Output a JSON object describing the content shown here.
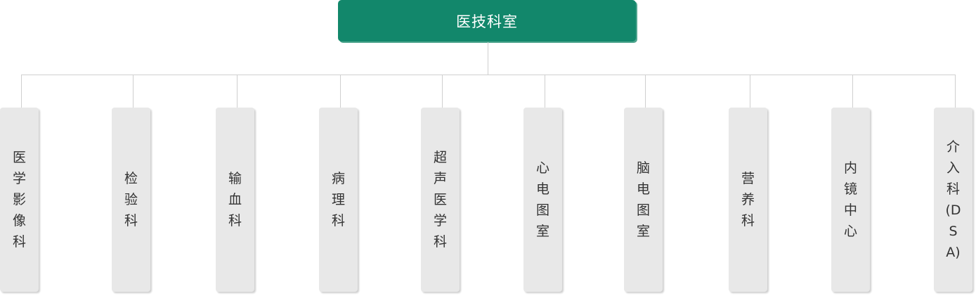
{
  "root": {
    "label": "医技科室",
    "color": "#12876b"
  },
  "departments": [
    {
      "name": "医学影像科",
      "lines": [
        "医",
        "学",
        "影",
        "像",
        "科"
      ]
    },
    {
      "name": "检验科",
      "lines": [
        "检",
        "验",
        "科"
      ]
    },
    {
      "name": "输血科",
      "lines": [
        "输",
        "血",
        "科"
      ]
    },
    {
      "name": "病理科",
      "lines": [
        "病",
        "理",
        "科"
      ]
    },
    {
      "name": "超声医学科",
      "lines": [
        "超",
        "声",
        "医",
        "学",
        "科"
      ]
    },
    {
      "name": "心电图室",
      "lines": [
        "心",
        "电",
        "图",
        "室"
      ]
    },
    {
      "name": "脑电图室",
      "lines": [
        "脑",
        "电",
        "图",
        "室"
      ]
    },
    {
      "name": "营养科",
      "lines": [
        "营",
        "养",
        "科"
      ]
    },
    {
      "name": "内镜中心",
      "lines": [
        "内",
        "镜",
        "中",
        "心"
      ]
    },
    {
      "name": "介入科(DSA)",
      "lines": [
        "介",
        "入",
        "科",
        "(D",
        "S",
        "A)"
      ]
    }
  ]
}
